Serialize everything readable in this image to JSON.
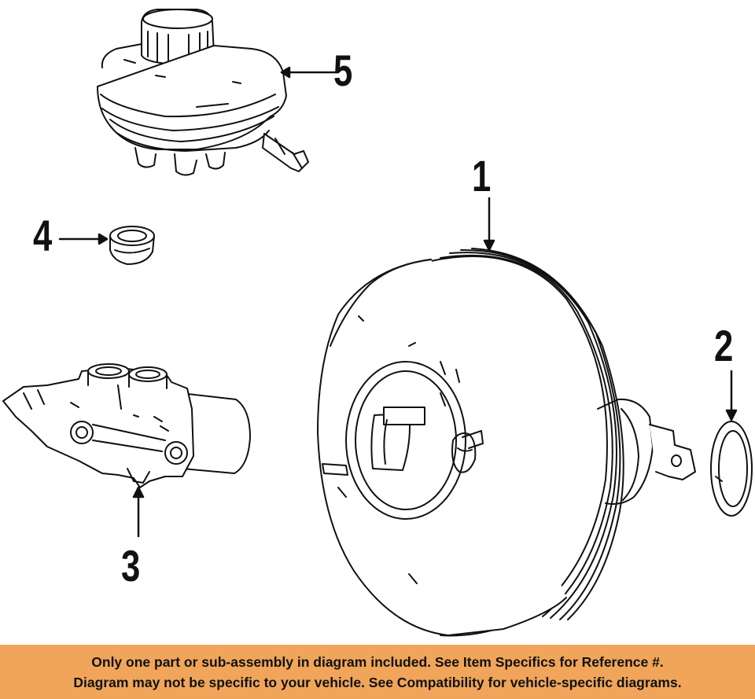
{
  "callouts": {
    "c1": "1",
    "c2": "2",
    "c3": "3",
    "c4": "4",
    "c5": "5"
  },
  "banner": {
    "line1": "Only one part or sub-assembly in diagram included. See Item Specifics for Reference #.",
    "line2": "Diagram may not be specific to your vehicle. See Compatibility for vehicle-specific diagrams.",
    "color": "#f0a55a"
  },
  "colors": {
    "ink": "#111111",
    "paper": "#ffffff"
  }
}
